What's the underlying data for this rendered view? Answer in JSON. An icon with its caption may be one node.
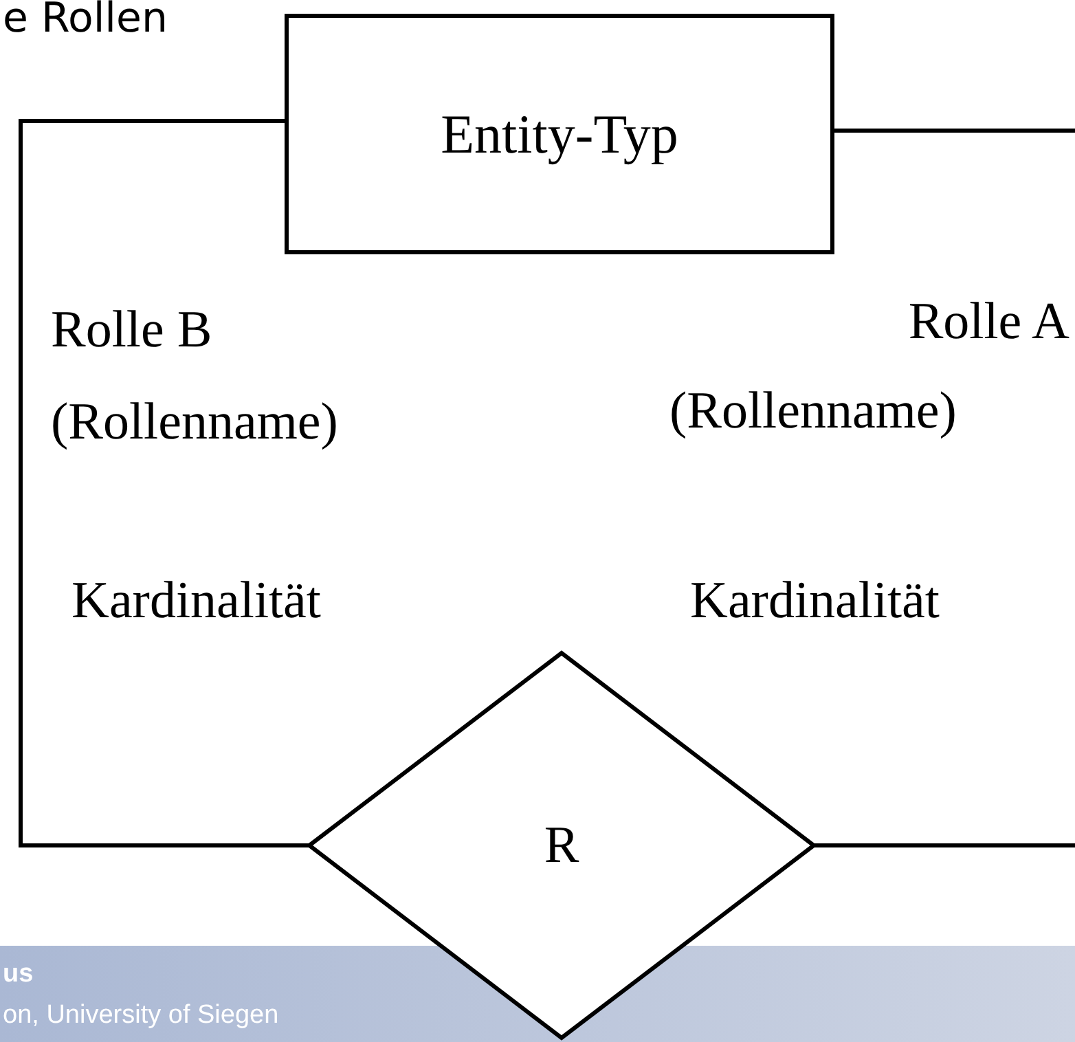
{
  "diagram": {
    "title": "e Rollen",
    "nodes": [
      {
        "text": [
          "Entity-Typ"
        ]
      },
      {
        "text": [
          "R"
        ]
      }
    ],
    "edges": [
      {
        "from": 0,
        "to": 1,
        "arrow": "none"
      },
      {
        "from": 0,
        "to": 1,
        "arrow": "none"
      }
    ],
    "labels": [
      "Rolle B",
      "(Rollenname)",
      "Rolle A",
      "(Rollenname)",
      "Kardinalität",
      "Kardinalität",
      "us",
      "on, University of Siegen"
    ]
  }
}
